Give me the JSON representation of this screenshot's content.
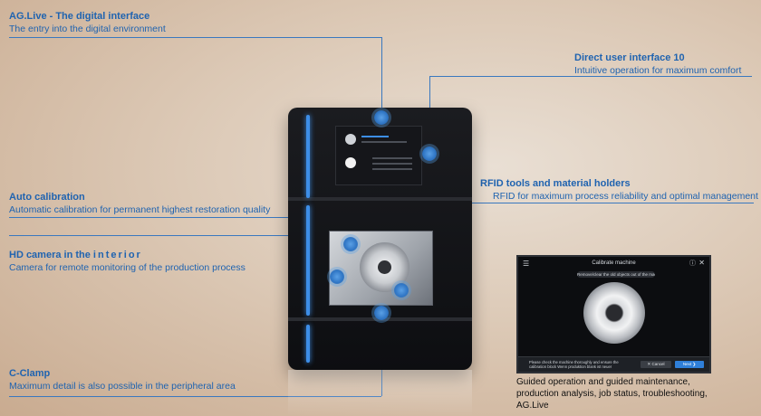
{
  "callouts": {
    "aglive": {
      "title": "AG.Live - The digital interface",
      "desc": "The entry into the digital environment"
    },
    "dui": {
      "title": "Direct user interface 10",
      "desc": "Intuitive operation for maximum comfort"
    },
    "rfid": {
      "title": "RFID tools and material holders",
      "desc": "RFID for maximum process reliability and optimal management"
    },
    "autocal": {
      "title": "Auto calibration",
      "desc": "Automatic calibration for permanent highest restoration quality"
    },
    "hdcam": {
      "title_prefix": "HD camera in the ",
      "title_emph": "interior",
      "desc": "Camera for remote monitoring of the production process"
    },
    "cclamp": {
      "title": "C-Clamp",
      "desc": "Maximum detail is also possible in the peripheral area"
    }
  },
  "device_screen": {
    "title": "Calibrate machine",
    "hint": "Remove/clear the old objects out of the machine",
    "bottom_text": "Please check the machine thoroughly and ensure the calibration block Wenn produktion blank ist neuer",
    "cancel_label": "✕ Cancel",
    "next_label": "Next ❯"
  },
  "caption": {
    "line1": "Guided operation and guided maintenance,",
    "line2": "production analysis, job status, troubleshooting,",
    "line3": "AG.Live"
  },
  "colors": {
    "accent": "#1f63b0",
    "line": "#3a78bf"
  }
}
